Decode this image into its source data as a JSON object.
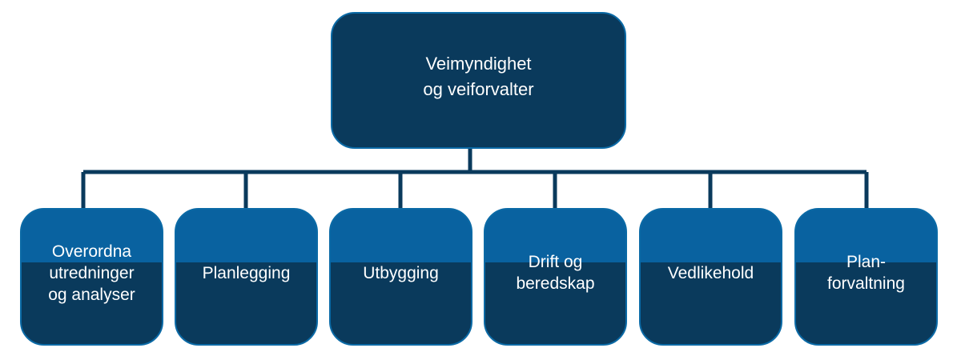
{
  "diagram": {
    "type": "org-chart",
    "colors": {
      "node_dark": "#0a3a5c",
      "node_band": "#0962a0",
      "node_border": "#0b6aa6",
      "connector": "#0a3a5c",
      "text": "#ffffff"
    },
    "root": {
      "label": "Veimyndighet\nog veiforvalter"
    },
    "children": [
      {
        "label": "Overordna\nutredninger\nog analyser"
      },
      {
        "label": "Planlegging"
      },
      {
        "label": "Utbygging"
      },
      {
        "label": "Drift og\nberedskap"
      },
      {
        "label": "Vedlikehold"
      },
      {
        "label": "Plan-\nforvaltning"
      }
    ]
  }
}
